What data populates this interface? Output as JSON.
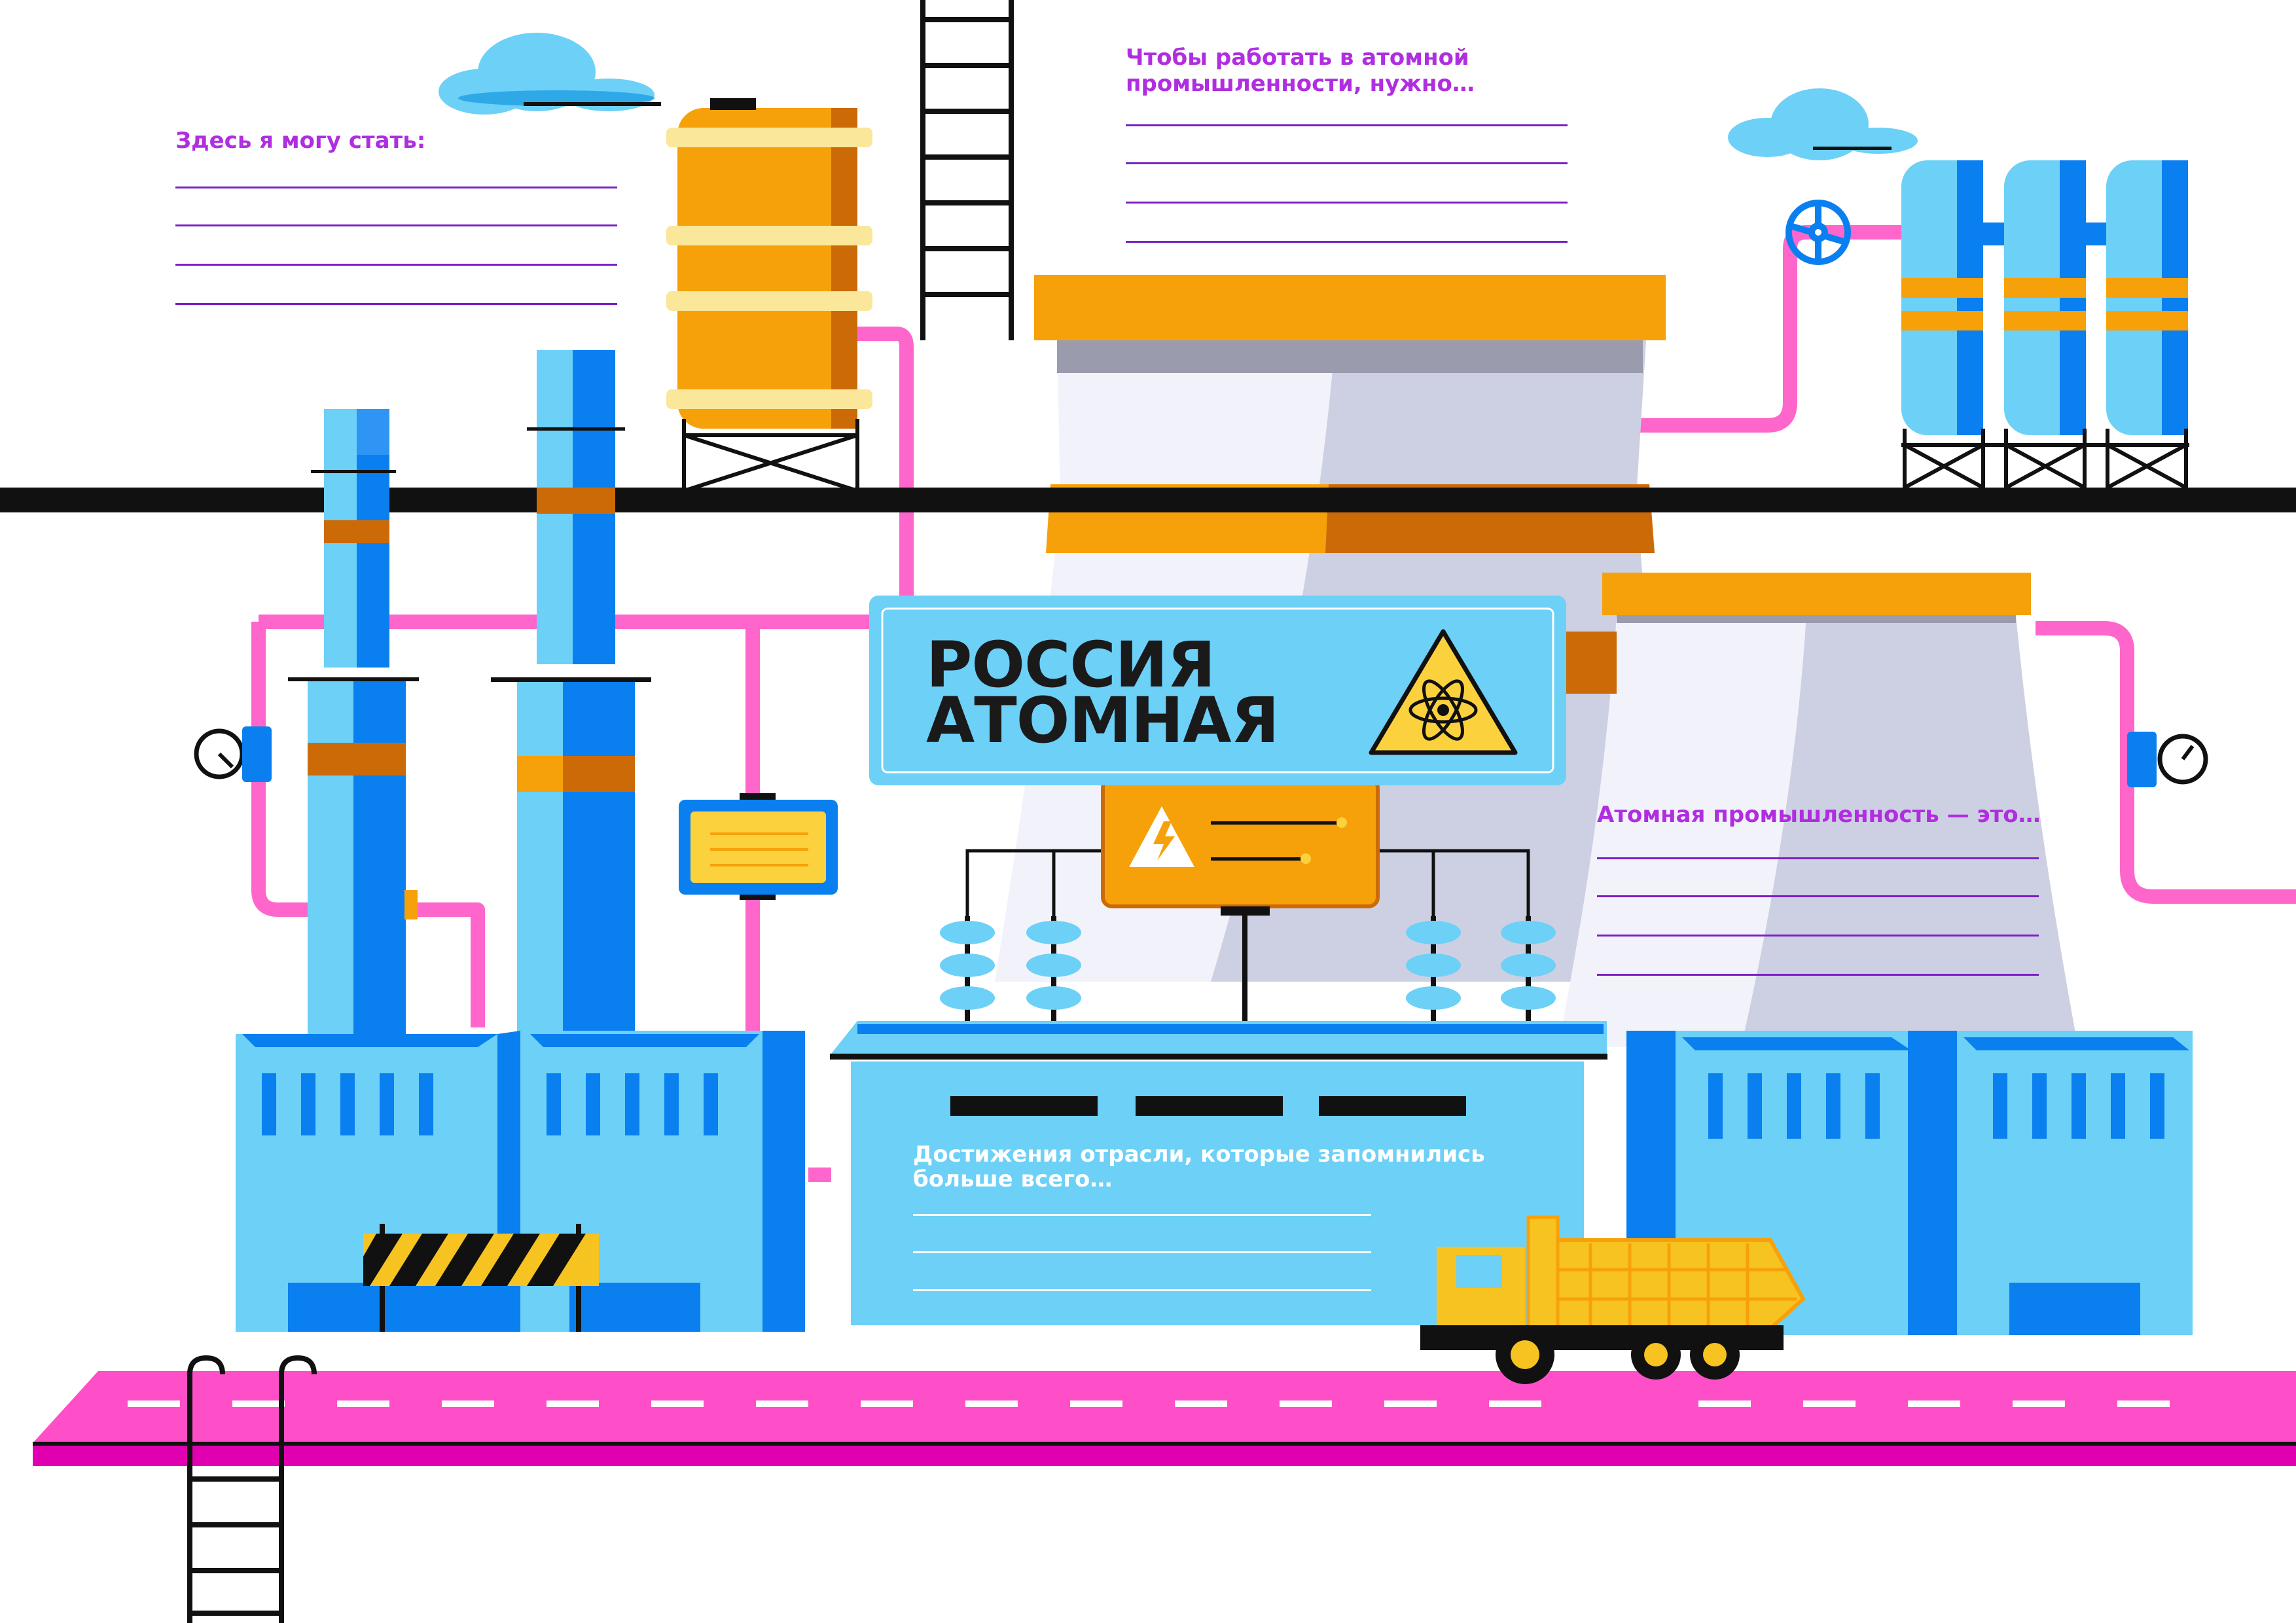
{
  "texts": {
    "here_i_can_become": "Здесь я могу стать:",
    "to_work_in_industry": "Чтобы работать в атомной\nпромышленности, нужно…",
    "industry_is": "Атомная промышленность — это…",
    "achievements": "Достижения отрасли, которые запомнились\nбольше всего…",
    "sign_line1": "РОССИЯ",
    "sign_line2": "АТОМНАЯ"
  },
  "icons": [
    "cloud-icon",
    "radiation-warning-icon",
    "high-voltage-warning-icon",
    "pressure-gauge-icon",
    "valve-wheel-icon",
    "dump-truck-icon",
    "barrier-icon",
    "ladder-icon"
  ],
  "colors": {
    "sky_blue": "#6cd0f7",
    "blue": "#0a7ff0",
    "orange": "#f7a10a",
    "dark_orange": "#cc6a08",
    "pink": "#ff66cc",
    "road": "#ff4fc8",
    "purple_text": "#b02ee0",
    "tower_grey": "#cdd0e2",
    "yellow": "#f7c320",
    "black": "#111111"
  }
}
